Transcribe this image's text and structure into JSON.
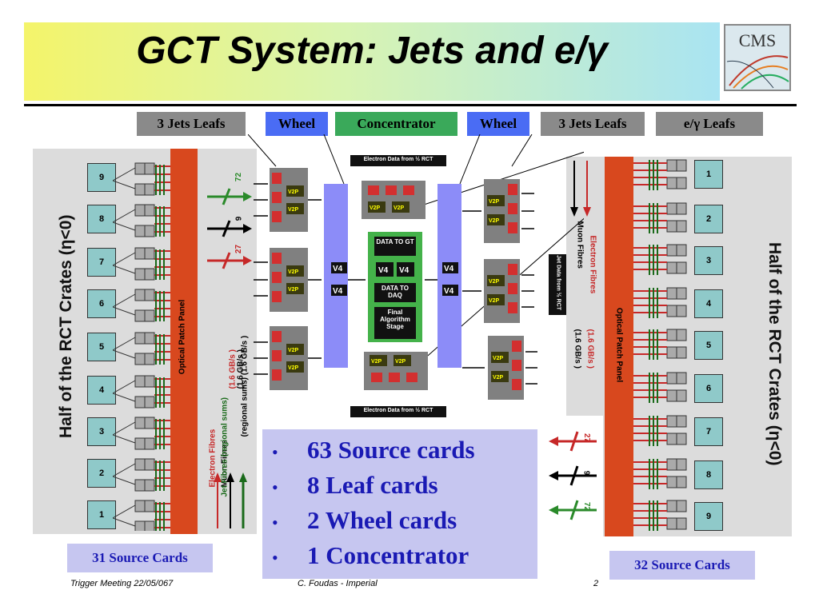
{
  "title": "GCT System: Jets and e/γ",
  "logo": {
    "text": "CMS"
  },
  "top_labels": [
    {
      "text": "3 Jets Leafs",
      "color": "#8a8a8a"
    },
    {
      "text": "Wheel",
      "color": "#4a6cf4"
    },
    {
      "text": "Concentrator",
      "color": "#3aa95a"
    },
    {
      "text": "Wheel",
      "color": "#4a6cf4"
    },
    {
      "text": "3 Jets Leafs",
      "color": "#8a8a8a"
    },
    {
      "text": "e/γ Leafs",
      "color": "#8a8a8a"
    }
  ],
  "left_panel": {
    "title": "Half of the RCT Crates  (η<0)",
    "patch_panel": "Optical Patch Panel",
    "crates": [
      "9",
      "8",
      "7",
      "6",
      "5",
      "4",
      "3",
      "2",
      "1"
    ],
    "arrow_counts": [
      "72",
      "9",
      "27"
    ],
    "rates": [
      "(1.6 GB/s )",
      "(1.6 GB/s )",
      "(regional sums) (1.6 GB/s )"
    ],
    "fibre_legend": [
      "Electron Fibres",
      "Muon Fibres",
      "Jet Fibres (regional sums)"
    ]
  },
  "right_panel": {
    "title": "Half of the RCT Crates  (η<0)",
    "patch_panel": "Optical Patch Panel",
    "crates": [
      "1",
      "2",
      "3",
      "4",
      "5",
      "6",
      "7",
      "8",
      "9"
    ],
    "arrow_counts": [
      "27",
      "9",
      "72"
    ],
    "fibre_legend": [
      "Electron Fibres",
      "Muon Fibres"
    ],
    "rates": [
      "(1.6 GB/s )",
      "(1.6 GB/s )"
    ]
  },
  "center": {
    "electron_top": "Electron Data from ½ RCT",
    "electron_bottom": "Electron Data from ½ RCT",
    "v2p": "V2P",
    "v4": "V4",
    "data_to_gt": "DATA TO GT",
    "data_to_daq": "DATA TO DAQ",
    "final_algo": "Final Algorithm Stage",
    "jet_data": "Jet Data from ½ RCT"
  },
  "bullets": [
    {
      "dot": "•",
      "text": "63 Source cards"
    },
    {
      "dot": "•",
      "text": "8   Leaf cards"
    },
    {
      "dot": "•",
      "text": "2   Wheel cards"
    },
    {
      "dot": "•",
      "text": "1   Concentrator"
    }
  ],
  "left_source_label": "31 Source Cards",
  "right_source_label": "32 Source Cards",
  "footer": {
    "left": "Trigger Meeting 22/05/067",
    "center": "C. Foudas - Imperial",
    "page": "2"
  }
}
